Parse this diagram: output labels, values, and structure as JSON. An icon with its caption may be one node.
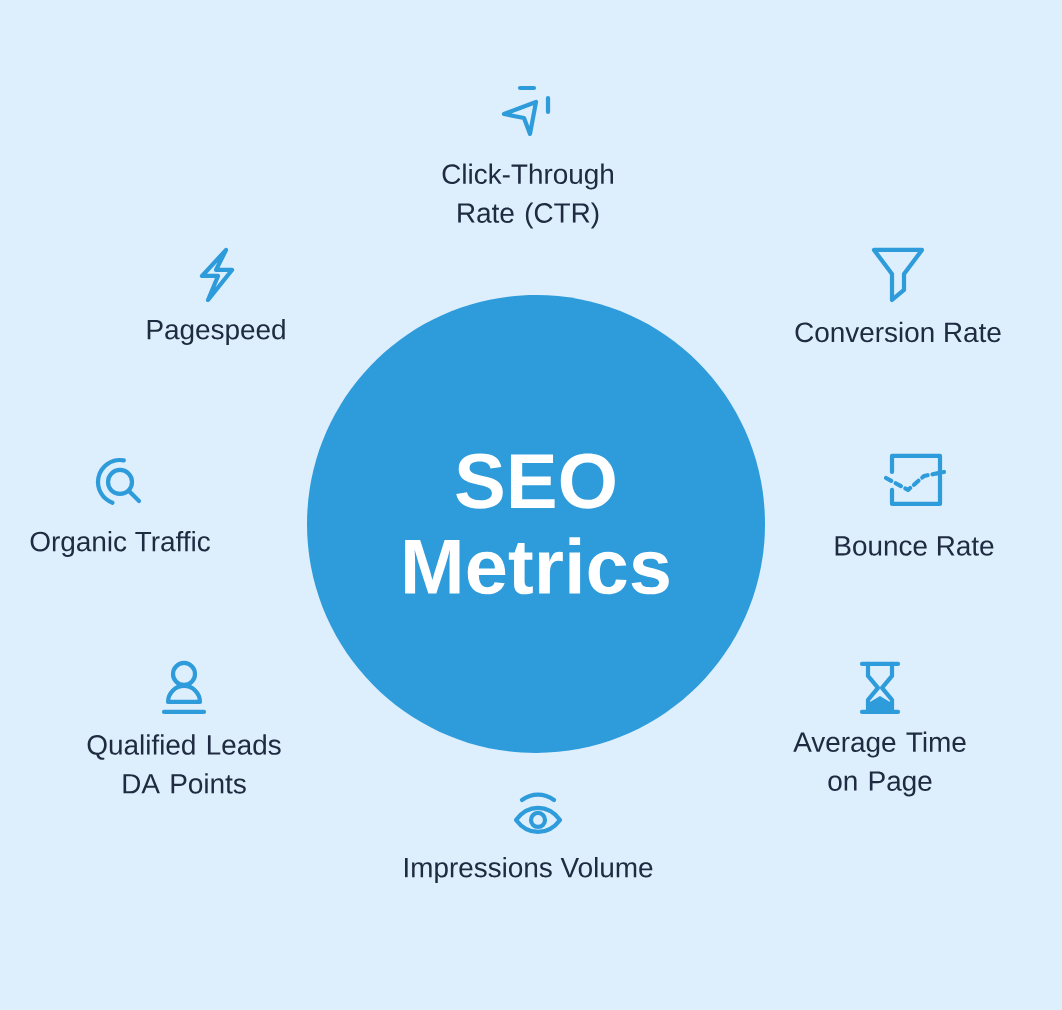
{
  "diagram": {
    "nodes": [
      {
        "text": [
          "SEO Metrics"
        ]
      }
    ],
    "labels": [
      "Click-Through Rate (CTR)",
      "Pagespeed",
      "Conversion Rate",
      "Organic Traffic",
      "Bounce Rate",
      "Qualified Leads DA Points",
      "Average Time on Page",
      "Impressions Volume"
    ]
  }
}
